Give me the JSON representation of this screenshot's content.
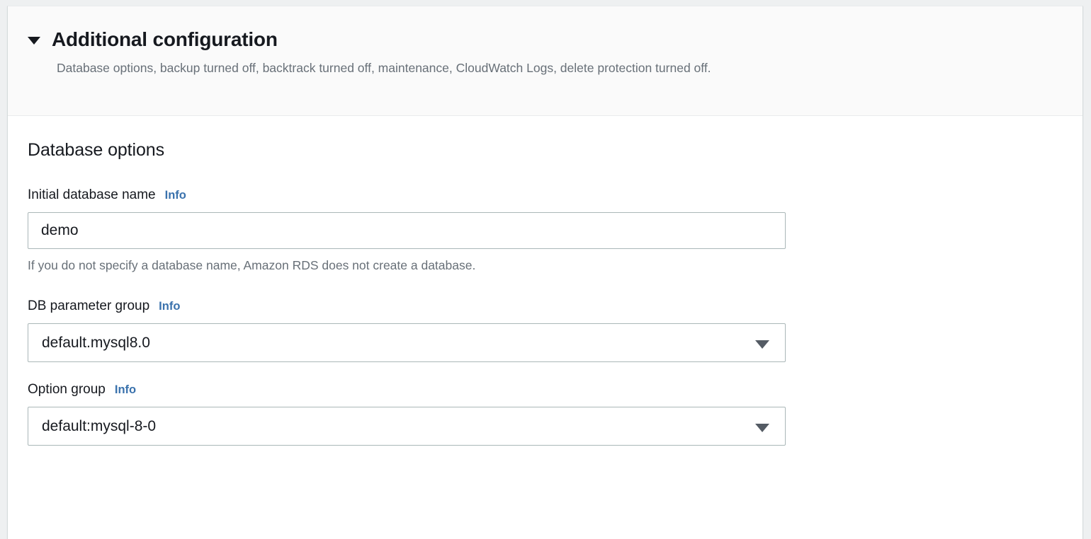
{
  "section": {
    "title": "Additional configuration",
    "subtitle": "Database options, backup turned off, backtrack turned off, maintenance, CloudWatch Logs, delete protection turned off.",
    "expanded": true,
    "disclosure_icon": "triangle-down-icon"
  },
  "database_options": {
    "heading": "Database options",
    "initial_database_name": {
      "label": "Initial database name",
      "info_label": "Info",
      "value": "demo",
      "placeholder": "",
      "helper_text": "If you do not specify a database name, Amazon RDS does not create a database."
    },
    "db_parameter_group": {
      "label": "DB parameter group",
      "info_label": "Info",
      "selected": "default.mysql8.0",
      "chevron_icon": "chevron-down-icon"
    },
    "option_group": {
      "label": "Option group",
      "info_label": "Info",
      "selected": "default:mysql-8-0",
      "chevron_icon": "chevron-down-icon"
    }
  },
  "colors": {
    "accent_link": "#3a72ad",
    "text_primary": "#16191f",
    "text_secondary": "#687078",
    "border_input": "#aab7b8",
    "header_bg": "#fafafa",
    "page_bg": "#eef0f1"
  }
}
